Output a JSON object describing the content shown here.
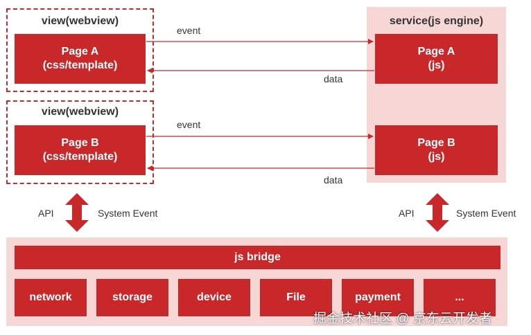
{
  "view_a": {
    "title": "view(webview)",
    "page_line1": "Page A",
    "page_line2": "(css/template)"
  },
  "view_b": {
    "title": "view(webview)",
    "page_line1": "Page B",
    "page_line2": "(css/template)"
  },
  "service": {
    "title": "service(js engine)",
    "page_a_line1": "Page A",
    "page_a_line2": "(js)",
    "page_b_line1": "Page B",
    "page_b_line2": "(js)"
  },
  "flows": {
    "event_a": "event",
    "data_a": "data",
    "event_b": "event",
    "data_b": "data"
  },
  "left_link": {
    "api": "API",
    "system_event": "System Event"
  },
  "right_link": {
    "api": "API",
    "system_event": "System Event"
  },
  "bridge": {
    "title": "js bridge",
    "modules": [
      "network",
      "storage",
      "device",
      "File",
      "payment",
      "..."
    ]
  },
  "watermark": "掘金技术社区 @ 京东云开发者",
  "colors": {
    "accent": "#c8282a",
    "panel": "#f7d6d6",
    "text": "#333333"
  }
}
